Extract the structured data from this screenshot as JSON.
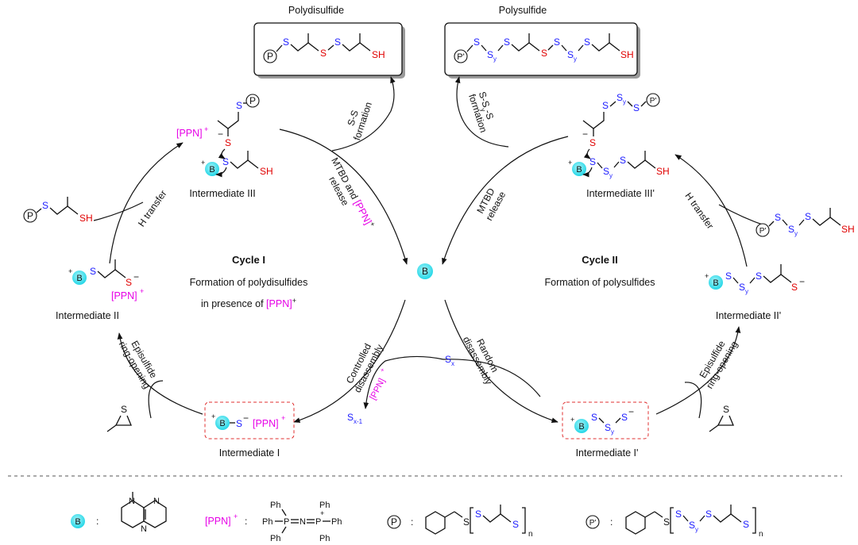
{
  "top": {
    "polydisulfide_title": "Polydisulfide",
    "polysulfide_title": "Polysulfide"
  },
  "intermediates": {
    "i1": "Intermediate I",
    "i2": "Intermediate II",
    "i3": "Intermediate III",
    "i1p": "Intermediate I'",
    "i2p": "Intermediate II'",
    "i3p": "Intermediate III'"
  },
  "cycle1": {
    "title": "Cycle I",
    "line1": "Formation of polydisulfides",
    "line2": "in presence of",
    "ppn": "[PPN]",
    "charge": "+"
  },
  "cycle2": {
    "title": "Cycle II",
    "line1": "Formation of polysulfides"
  },
  "arrows": {
    "ss_formation_1": "S-S",
    "ss_formation_2": "formation",
    "sss_formation_1": "S-S",
    "sss_formation_sub": "y",
    "sss_formation_2": "-S",
    "sss_formation_3": "formation",
    "mtbd_ppn_1": "MTBD and",
    "mtbd_ppn_2": "[PPN]",
    "mtbd_ppn_3": "release",
    "mtbd_1": "MTBD",
    "mtbd_2": "release",
    "h_transfer_left": "H transfer",
    "h_transfer_right": "H transfer",
    "episulfide_left_1": "Episulfide",
    "episulfide_left_2": "ring-opening",
    "episulfide_right_1": "Episulfide",
    "episulfide_right_2": "ring-opening",
    "controlled_1": "Controlled",
    "controlled_2": "disassembly",
    "random_1": "Random",
    "random_2": "disassembly",
    "ppn_small": "[PPN]",
    "sx": "S",
    "sx_sub": "x",
    "sx1": "S",
    "sx1_sub": "x-1"
  },
  "atoms": {
    "B": "B",
    "P": "P",
    "Pp": "P'",
    "S": "S",
    "SH": "SH",
    "y": "y",
    "minus": "−",
    "plus": "+",
    "ppn": "[PPN]"
  },
  "legend": {
    "colon": ":",
    "B_label": "B",
    "ppn_label": "[PPN]",
    "ppn_charge": "+",
    "P_label": "P",
    "Pp_label": "P'",
    "ph": "Ph",
    "n": "n",
    "N": "N",
    "S": "S",
    "y": "y"
  },
  "colors": {
    "sulfur_blue": "#1a1aff",
    "sulfur_red": "#e00000",
    "ppn_magenta": "#e600e6",
    "catalyst_cyan": "#33e0ef",
    "box_red": "#e03030"
  }
}
